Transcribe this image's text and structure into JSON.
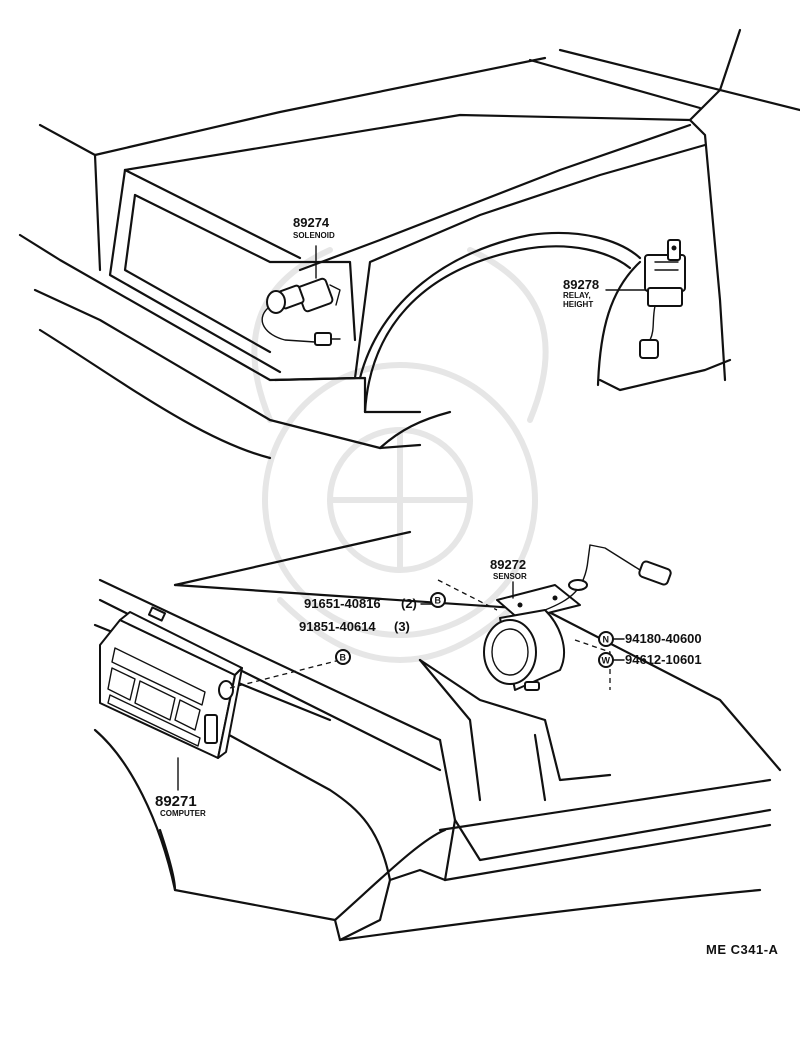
{
  "parts": {
    "solenoid": {
      "number": "89274",
      "name": "SOLENOID"
    },
    "relay": {
      "number": "89278",
      "name_line1": "RELAY,",
      "name_line2": "HEIGHT"
    },
    "sensor": {
      "number": "89272",
      "name": "SENSOR"
    },
    "computer": {
      "number": "89271",
      "name": "COMPUTER"
    },
    "bolt_1": {
      "number": "91651-40816",
      "qty": "(2)",
      "symbol": "B"
    },
    "bolt_2": {
      "number": "91851-40614",
      "qty": "(3)",
      "symbol": "B"
    },
    "nut": {
      "number": "94180-40600",
      "symbol": "N"
    },
    "washer": {
      "number": "94612-10601",
      "symbol": "W"
    }
  },
  "diagram_code": "ME C341-A"
}
